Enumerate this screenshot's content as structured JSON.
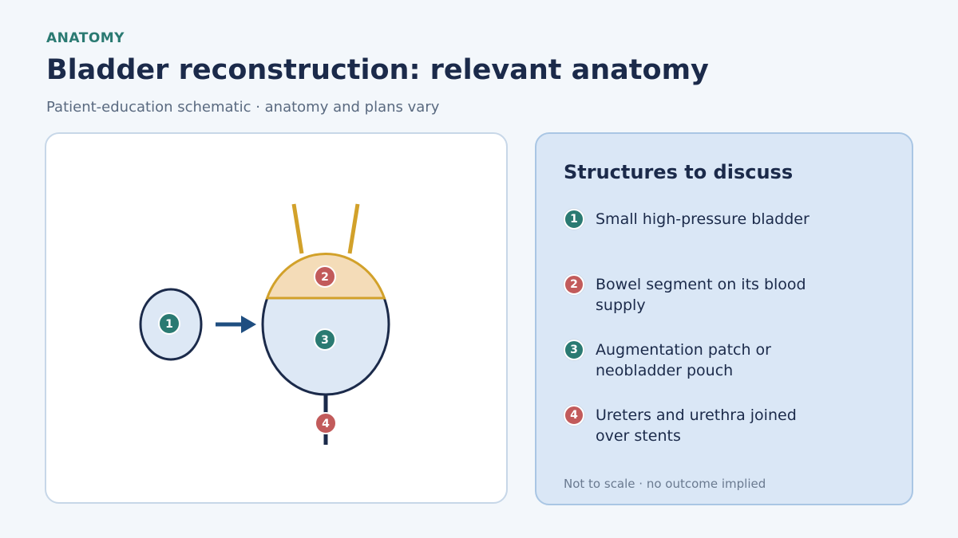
{
  "header": {
    "eyebrow": "ANATOMY",
    "title": "Bladder reconstruction: relevant anatomy",
    "subtitle": "Patient-education schematic · anatomy and plans vary"
  },
  "colors": {
    "teal": "#2a7a72",
    "red": "#c25b5b",
    "navy": "#1b2a4a",
    "gold": "#d2a12a",
    "bowel_fill": "#f4dcb8",
    "bladder_fill": "#dde8f5",
    "arrow": "#1f4e80"
  },
  "diagram": {
    "markers": [
      {
        "number": "1",
        "color": "teal"
      },
      {
        "number": "2",
        "color": "red"
      },
      {
        "number": "3",
        "color": "teal"
      },
      {
        "number": "4",
        "color": "red"
      }
    ]
  },
  "legend": {
    "title": "Structures to discuss",
    "items": [
      {
        "number": "1",
        "color": "#2a7a72",
        "text": "Small high-pressure bladder"
      },
      {
        "number": "2",
        "color": "#c25b5b",
        "text": "Bowel segment on its blood supply"
      },
      {
        "number": "3",
        "color": "#2a7a72",
        "text": "Augmentation patch or neobladder pouch"
      },
      {
        "number": "4",
        "color": "#c25b5b",
        "text": "Ureters and urethra joined over stents"
      }
    ],
    "footer": "Not to scale · no outcome implied"
  }
}
